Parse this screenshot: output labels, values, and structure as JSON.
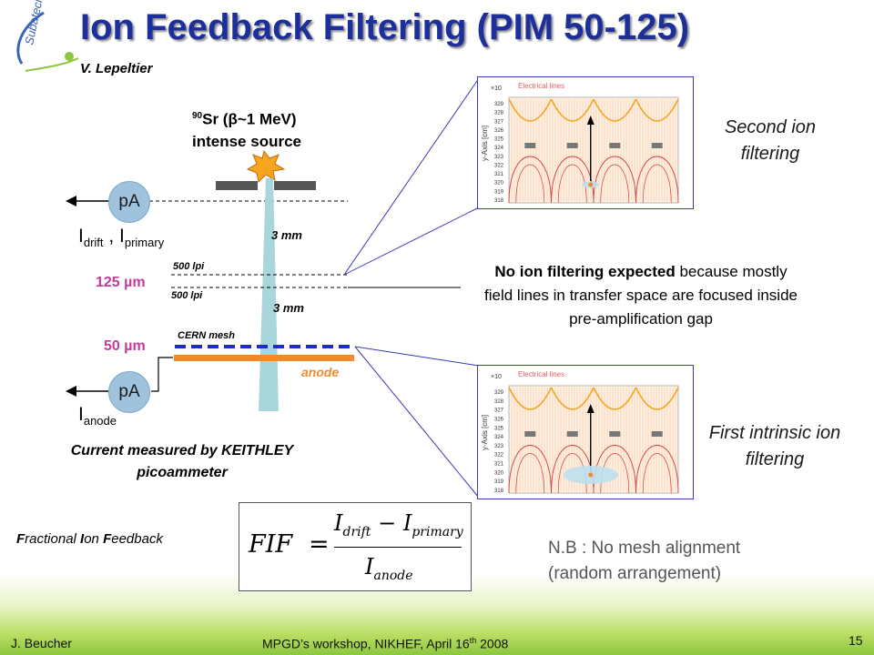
{
  "header": {
    "title": "Ion Feedback Filtering (PIM 50-125)",
    "author": "V. Lepeltier",
    "logo_text": "Subatech"
  },
  "diagram": {
    "source_sup": "90",
    "source_text": "Sr (β~1 MeV)",
    "source_sub": "intense source",
    "pa_top": "pA",
    "pa_bottom": "pA",
    "idrift_label": "I",
    "idrift_sub": "drift",
    "iprimary_sep": " , I",
    "iprimary_sub": "primary",
    "ianode_label": "I",
    "ianode_sub": "anode",
    "gap_top": "3 mm",
    "gap_bottom": "3 mm",
    "lpi_top": "500 lpi",
    "lpi_bottom": "500 lpi",
    "um125": "125 µm",
    "um50": "50 µm",
    "cern_mesh": "CERN mesh",
    "anode": "anode",
    "current_caption": "Current measured by KEITHLEY picoammeter"
  },
  "sims": {
    "title": "Electrical lines",
    "y_axis": "y-Axis [cm]",
    "scale": "×10",
    "ticks": [
      "329",
      "328",
      "327",
      "326",
      "325",
      "324",
      "323",
      "322",
      "321",
      "320",
      "319",
      "318"
    ]
  },
  "right": {
    "second_filter": "Second ion filtering",
    "first_filter": "First intrinsic ion filtering",
    "no_ion_bold": "No ion filtering expected",
    "no_ion_rest": " because mostly field lines in transfer space are focused inside pre-amplification gap",
    "nb_line1": "N.B : No mesh alignment",
    "nb_line2": "(random arrangement)"
  },
  "formula": {
    "fif_F1": "F",
    "fif_I": "I",
    "fif_F2": "F",
    "caption_F": "F",
    "caption_ractional": "ractional ",
    "caption_I": "I",
    "caption_on": "on ",
    "caption_F2": "F",
    "caption_eedback": "eedback",
    "lhs": "FIF",
    "eq": "=",
    "num_a": "I",
    "num_a_sub": "drift",
    "minus": "−",
    "num_b": "I",
    "num_b_sub": "primary",
    "den": "I",
    "den_sub": "anode"
  },
  "footer": {
    "left": "J. Beucher",
    "center_pre": "MPGD’s workshop, NIKHEF,  April 16",
    "center_sup": "th",
    "center_post": " 2008",
    "page": "15"
  },
  "colors": {
    "title": "#1d2f9a",
    "magenta": "#c23d9b",
    "anode": "#f08a2c",
    "mesh": "#1c2fbf",
    "beam": "#a9d6db",
    "footer_green": "#8cc63f"
  }
}
